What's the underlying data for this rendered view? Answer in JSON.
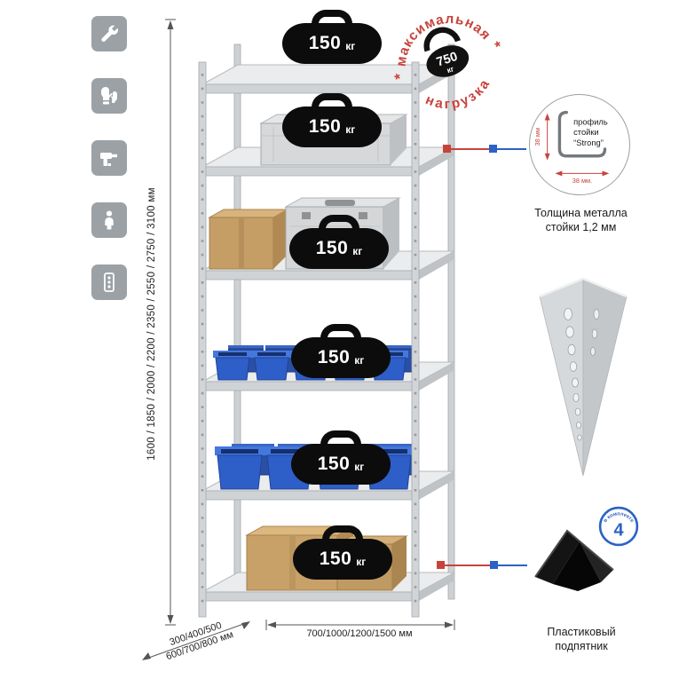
{
  "colors": {
    "accent_red": "#c8423c",
    "accent_blue": "#2b62c4",
    "metal_gray": "#d2d5d8",
    "bin_blue": "#2e5ec8",
    "box_tan": "#c8a169",
    "badge_black": "#0c0c0c"
  },
  "icons": [
    "wrench",
    "gloves",
    "drill",
    "person",
    "rack-post"
  ],
  "dims": {
    "height": "1600 / 1850 / 2000 / 2200 / 2350 / 2550 / 2750 / 3100 мм",
    "depth1": "300/400/500",
    "depth2": "600/700/800 мм",
    "width": "700/1000/1200/1500 мм"
  },
  "shelves": [
    {
      "load": "150",
      "unit": "кг"
    },
    {
      "load": "150",
      "unit": "кг"
    },
    {
      "load": "150",
      "unit": "кг"
    },
    {
      "load": "150",
      "unit": "кг"
    },
    {
      "load": "150",
      "unit": "кг"
    },
    {
      "load": "150",
      "unit": "кг"
    }
  ],
  "stamp": {
    "top": "максимальная",
    "bottom": "нагрузка",
    "value": "750",
    "unit": "кг",
    "star": "*"
  },
  "profile": {
    "l1": "профиль",
    "l2": "стойки",
    "l3": "“Strong”",
    "v": "38 мм",
    "h": "38 мм.",
    "cap1": "Толщина металла",
    "cap2": "стойки 1,2 мм"
  },
  "foot": {
    "num": "4",
    "around": "в комплекте",
    "cap1": "Пластиковый",
    "cap2": "подпятник"
  }
}
